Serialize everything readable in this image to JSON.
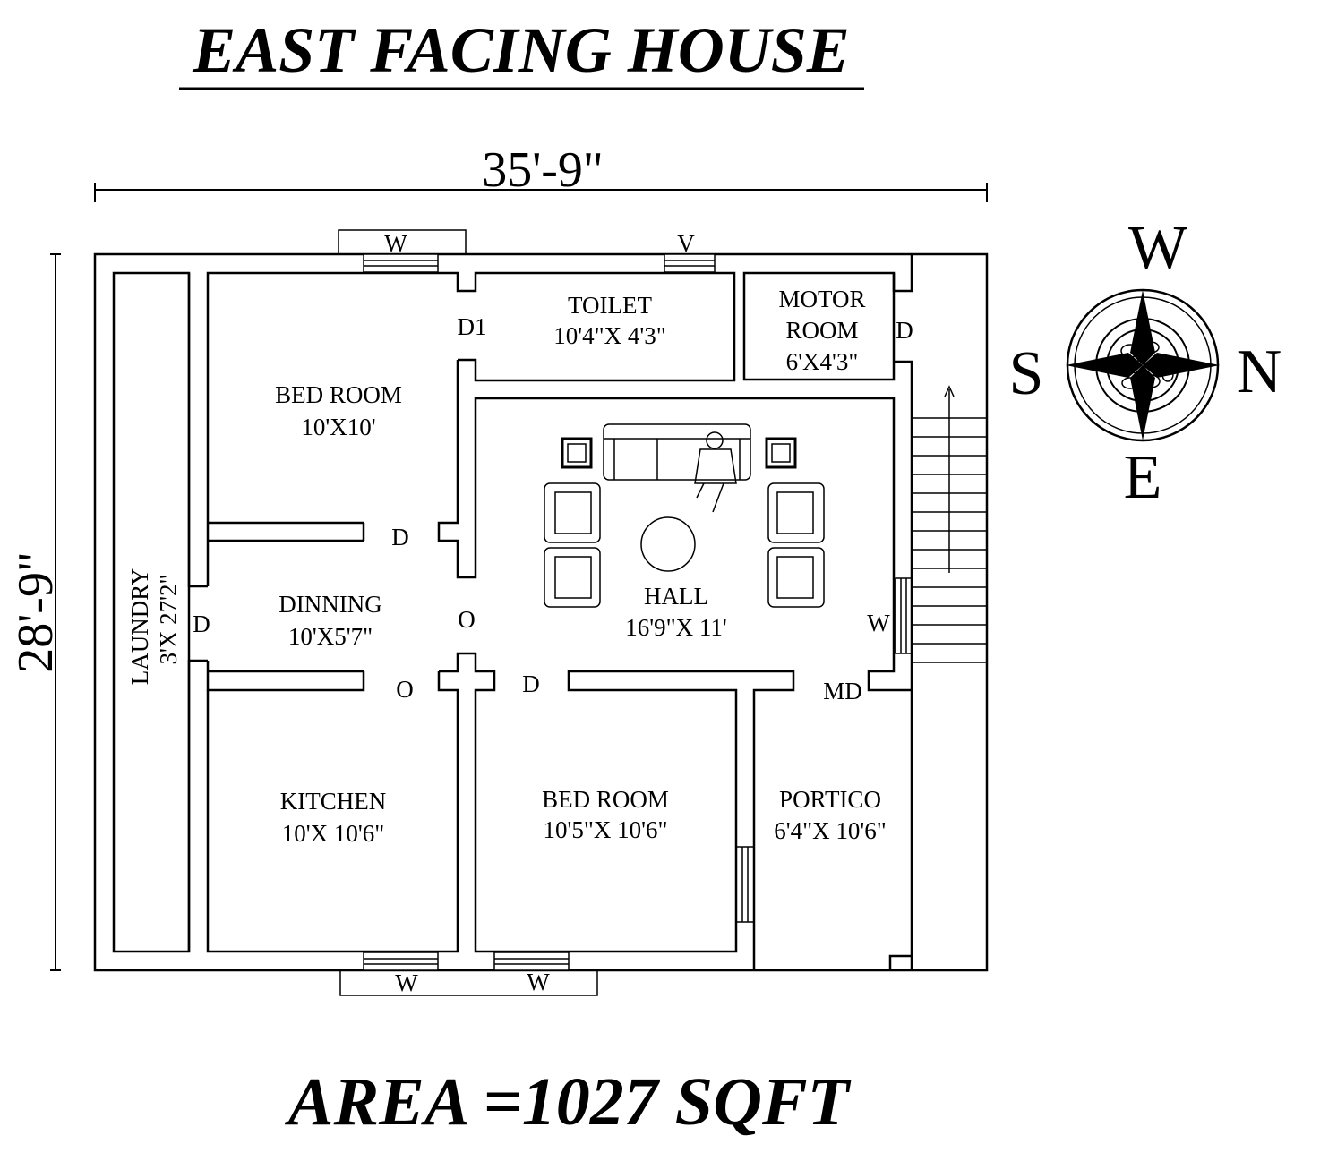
{
  "title": "EAST FACING HOUSE",
  "area": "AREA =1027 SQFT",
  "dimensions": {
    "width": "35'-9\"",
    "depth": "28'-9\""
  },
  "rooms": {
    "toilet": {
      "name": "TOILET",
      "size": "10'4\"X 4'3\""
    },
    "motor_room": {
      "name1": "MOTOR",
      "name2": "ROOM",
      "size": "6'X4'3\""
    },
    "bedroom_top": {
      "name": "BED ROOM",
      "size": "10'X10'"
    },
    "dinning": {
      "name": "DINNING",
      "size": "10'X5'7\""
    },
    "hall": {
      "name": "HALL",
      "size": "16'9\"X 11'"
    },
    "kitchen": {
      "name": "KITCHEN",
      "size": "10'X 10'6\""
    },
    "bedroom_bottom": {
      "name": "BED ROOM",
      "size": "10'5\"X 10'6\""
    },
    "portico": {
      "name": "PORTICO",
      "size": "6'4\"X 10'6\""
    },
    "laundry": {
      "name": "LAUNDRY",
      "size": "3'X 27'2\""
    }
  },
  "openings": {
    "window": "W",
    "ventilator": "V",
    "door": "D",
    "door1": "D1",
    "opening": "O",
    "main_door": "MD"
  },
  "compass": {
    "w": "W",
    "s": "S",
    "n": "N",
    "e": "E"
  }
}
